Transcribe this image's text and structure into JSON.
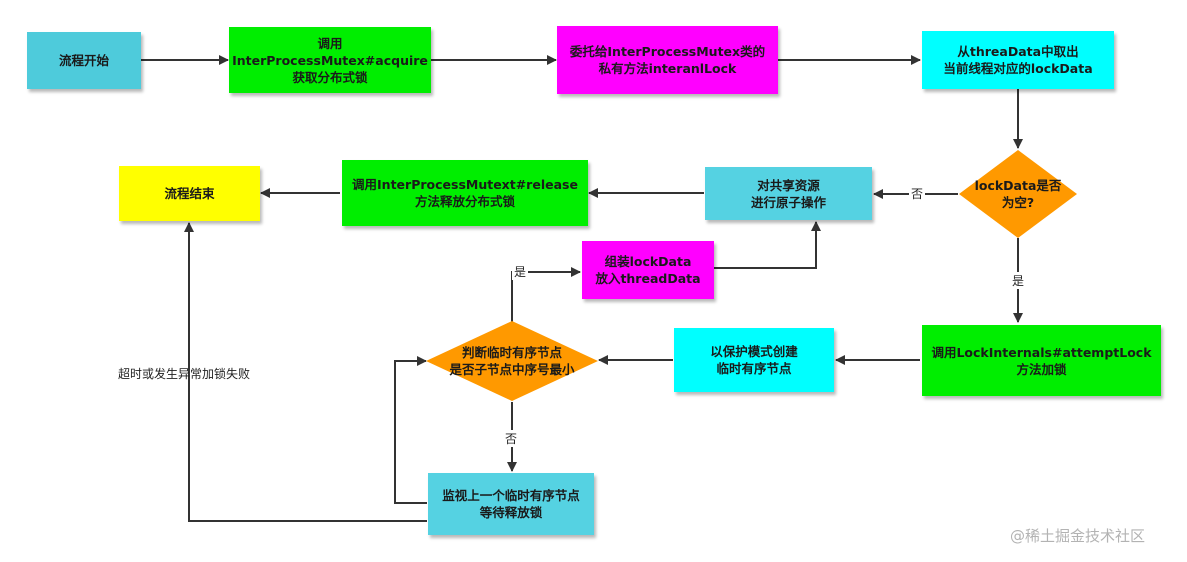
{
  "colors": {
    "start": "#4ecbdb",
    "green": "#00ee00",
    "magenta": "#ff00ff",
    "cyan": "#00ffff",
    "lightcyan": "#55d2e2",
    "yellow": "#ffff00",
    "diamond": "#ff9900",
    "line": "#333333"
  },
  "nodes": {
    "start": "流程开始",
    "acquire_l1": "调用",
    "acquire_l2": "InterProcessMutex#acquire",
    "acquire_l3": "获取分布式锁",
    "delegate_l1": "委托给InterProcessMutex类的",
    "delegate_l2": "私有方法interanlLock",
    "fetch_l1": "从threaData中取出",
    "fetch_l2": "当前线程对应的lockData",
    "isnull_l1": "lockData是否",
    "isnull_l2": "为空?",
    "atomic_l1": "对共享资源",
    "atomic_l2": "进行原子操作",
    "release_l1": "调用InterProcessMutext#release",
    "release_l2": "方法释放分布式锁",
    "end": "流程结束",
    "assemble_l1": "组装lockData",
    "assemble_l2": "放入threadData",
    "judge_l1": "判断临时有序节点",
    "judge_l2": "是否子节点中序号最小",
    "create_l1": "以保护模式创建",
    "create_l2": "临时有序节点",
    "attempt_l1": "调用LockInternals#attemptLock",
    "attempt_l2": "方法加锁",
    "watch_l1": "监视上一个临时有序节点",
    "watch_l2": "等待释放锁"
  },
  "labels": {
    "no_null": "否",
    "yes_null": "是",
    "yes_judge": "是",
    "no_judge": "否",
    "timeout": "超时或发生异常加锁失败"
  },
  "watermark": "@稀土掘金技术社区"
}
